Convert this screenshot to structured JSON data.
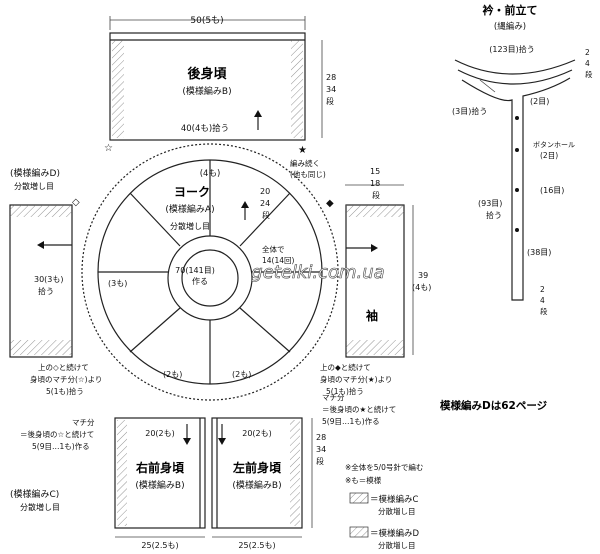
{
  "back": {
    "width": "50(5も)",
    "title": "後身頃",
    "pattern": "(模様編みB)",
    "bottom": "40(4も)拾う",
    "height_a": "28",
    "height_b": "34",
    "height_c": "段"
  },
  "yoke": {
    "title": "ヨーク",
    "pattern": "(模様編みA)",
    "increase": "分散増し目",
    "top_count": "(4も)",
    "side_a": "20",
    "side_b": "24",
    "side_c": "段",
    "note1": "編み続く",
    "note2": "(他も同じ)",
    "total": "全体で",
    "total_count": "14(14回)",
    "center1": "70(141目)",
    "center2": "作る",
    "left_count": "(3も)",
    "lower_left": "(2も)",
    "lower_right": "(2も)"
  },
  "sleeves": {
    "left_pattern": "(模様編みD)",
    "left_inc": "分散増し目",
    "left_pick": "30(3も)",
    "left_pick2": "拾う",
    "right_label": "袖",
    "right_w_a": "15",
    "right_w_b": "18",
    "right_w_c": "段",
    "right_h": "39",
    "right_h2": "(4も)"
  },
  "notes": {
    "left1": "上の◇と続けて",
    "left2": "身頃のマチ分(☆)より",
    "left3": "5(1も)拾う",
    "right1": "上の◆と続けて",
    "right2": "身頃のマチ分(★)より",
    "right3": "5(1も)拾う"
  },
  "gusset": {
    "left_title": "マチ分",
    "left1": "＝後身頃の☆と続けて",
    "left2": "5(9目…1も)作る",
    "right_title": "マチ分",
    "right1": "＝後身頃の★と続けて",
    "right2": "5(9目…1も)作る"
  },
  "front_r": {
    "title": "右前身頃",
    "pattern": "(模様編みB)",
    "top": "20(2も)",
    "bottom": "25(2.5も)"
  },
  "front_l": {
    "title": "左前身頃",
    "pattern": "(模様編みB)",
    "top": "20(2も)",
    "bottom": "25(2.5も)",
    "h_a": "28",
    "h_b": "34",
    "h_c": "段"
  },
  "lower_left": {
    "pattern": "(模様編みC)",
    "inc": "分散増し目"
  },
  "collar": {
    "title": "衿・前立て",
    "pattern": "(縄編み)",
    "top": "(123目)拾う",
    "rows_top_a": "2",
    "rows_top_b": "4",
    "rows_top_c": "段",
    "pick3": "(3目)拾う",
    "two": "(2目)",
    "bh1": "ボタンホール",
    "bh2": "(2目)",
    "sixteen": "(16目)",
    "ninety_three": "(93目)",
    "ninety_three2": "拾う",
    "thirty_eight": "(38目)",
    "rows_bot_a": "2",
    "rows_bot_b": "4",
    "rows_bot_c": "段"
  },
  "page_note": "模様編みDは62ページ",
  "legend": {
    "note1": "※全体を5/0号針で編む",
    "note2": "※も＝模様",
    "c_label": "＝模様編みC",
    "c_sub": "分散増し目",
    "d_label": "＝模様編みD",
    "d_sub": "分散増し目"
  },
  "watermark": "getelki.com.ua"
}
